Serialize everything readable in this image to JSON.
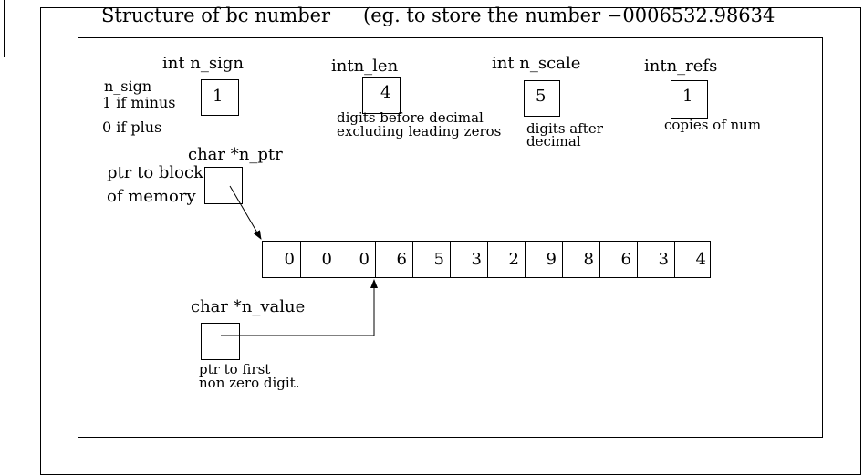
{
  "title": "Structure of bc number",
  "example": "(eg. to store the number −0006532.98634",
  "fields": {
    "n_sign": {
      "decl": "int  n_sign",
      "value": "1",
      "desc_title": "n_sign",
      "desc_lines": [
        "1 if minus",
        "0 if plus"
      ]
    },
    "n_len": {
      "decl": "intn_len",
      "value": "4",
      "desc_lines": [
        "digits before decimal",
        "excluding leading zeros"
      ]
    },
    "n_scale": {
      "decl": "int  n_scale",
      "value": "5",
      "desc_lines": [
        "digits after",
        "decimal"
      ]
    },
    "n_refs": {
      "decl": "intn_refs",
      "value": "1",
      "desc_lines": [
        "copies of num"
      ]
    }
  },
  "n_ptr": {
    "decl": "char *n_ptr",
    "desc_lines": [
      "ptr to block",
      "of memory"
    ]
  },
  "n_value": {
    "decl": "char *n_value",
    "desc_lines": [
      "ptr to first",
      "non zero digit."
    ]
  },
  "digits": [
    "0",
    "0",
    "0",
    "6",
    "5",
    "3",
    "2",
    "9",
    "8",
    "6",
    "3",
    "4"
  ]
}
